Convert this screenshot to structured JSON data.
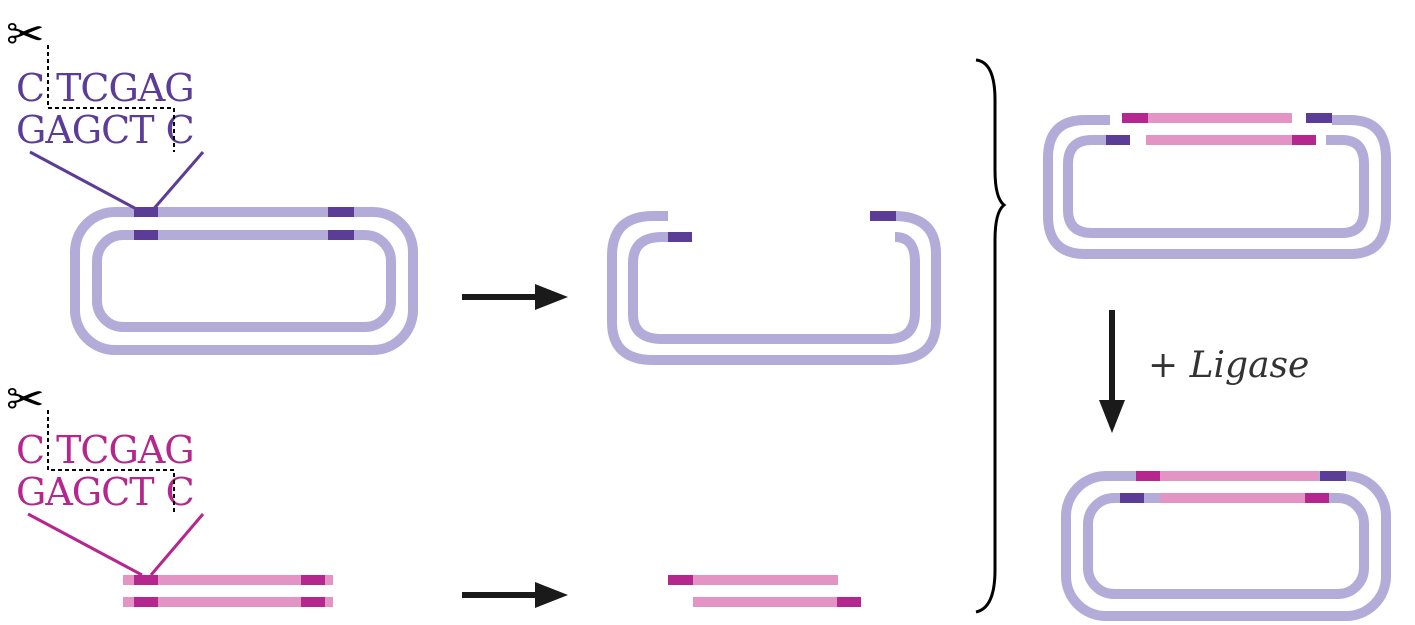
{
  "restriction_site": {
    "top_strand": "CTCGAG",
    "bottom_strand": "GAGCTC"
  },
  "vector_site": {
    "top_left": "C",
    "top_right": "TCGAG",
    "bottom_left": "GAGCT",
    "bottom_right": "C"
  },
  "insert_site": {
    "top_left": "C",
    "top_right": "TCGAG",
    "bottom_left": "GAGCT",
    "bottom_right": "C"
  },
  "ligase_label": "+ Ligase",
  "icons": {
    "cut": "scissors-icon",
    "step": "arrow-right-icon",
    "ligation": "arrow-down-icon",
    "group": "curly-brace-icon"
  },
  "colors": {
    "vector_backbone": "#b3acd8",
    "vector_site": "#5b3c97",
    "insert_strand": "#e494c4",
    "insert_site": "#b5268f",
    "arrow": "#1a1a1a"
  }
}
